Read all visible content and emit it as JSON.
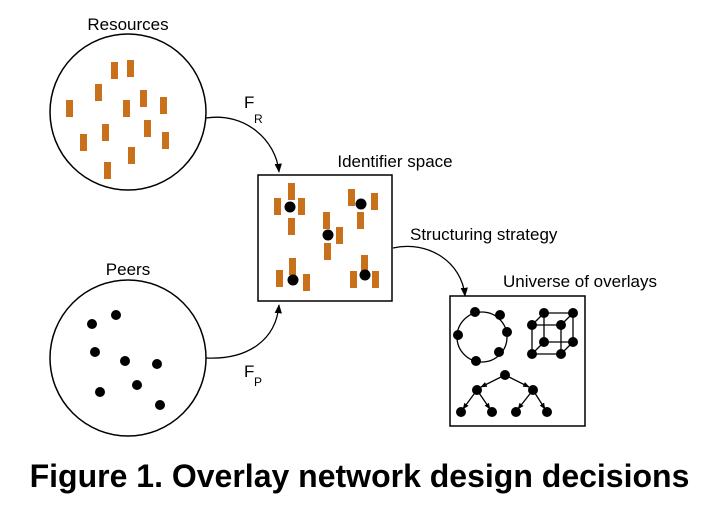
{
  "labels": {
    "resources": "Resources",
    "peers": "Peers",
    "identifier_space": "Identifier space",
    "structuring_strategy": "Structuring strategy",
    "universe_of_overlays": "Universe of overlays",
    "fr_main": "F",
    "fr_sub": "R",
    "fp_main": "F",
    "fp_sub": "P"
  },
  "caption": "Figure 1. Overlay network design decisions",
  "colors": {
    "resource": "#c8701a",
    "peer": "#000000"
  }
}
